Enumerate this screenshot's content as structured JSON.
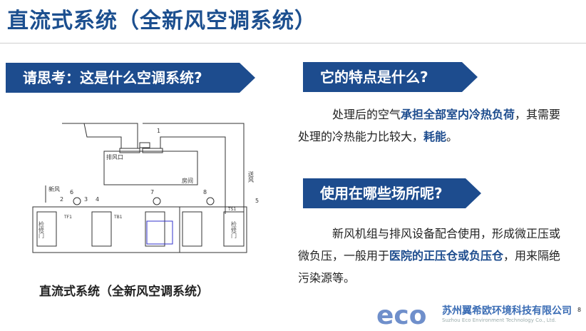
{
  "title": "直流式系统（全新风空调系统）",
  "banners": {
    "question": "请思考：这是什么空调系统?",
    "features": "它的特点是什么?",
    "usage": "使用在哪些场所呢?"
  },
  "features_text": {
    "s1": "处理后的空气",
    "s2": "承担全部室内冷热负荷",
    "s3": "，其需要处理的冷热能力比较大，",
    "s4": "耗能",
    "s5": "。"
  },
  "usage_text": {
    "s1": "新风机组与排风设备配合使用，形成微正压或微负压，一般用于",
    "s2": "医院的正压仓或负压仓",
    "s3": "，用来隔绝污染源等。"
  },
  "diagram": {
    "exhaust": "排风口",
    "room": "房间",
    "supply": "送风",
    "fresh": "新风",
    "door": "检修门",
    "n1": "1",
    "n2": "2",
    "n3": "3",
    "n4": "4",
    "n5": "5",
    "n6": "6",
    "n7": "7",
    "n8": "8",
    "tf1": "TF1",
    "tb1": "TB1",
    "ts1": "TS1"
  },
  "caption": "直流式系统（全新风空调系统）",
  "logo": {
    "mark": "eco",
    "company_cn": "苏州翼希欧环境科技有限公司",
    "company_en": "Suzhou Eco Environment Technology Co., Ltd."
  },
  "page_number": "8",
  "colors": {
    "brand": "#1d4c8e"
  }
}
